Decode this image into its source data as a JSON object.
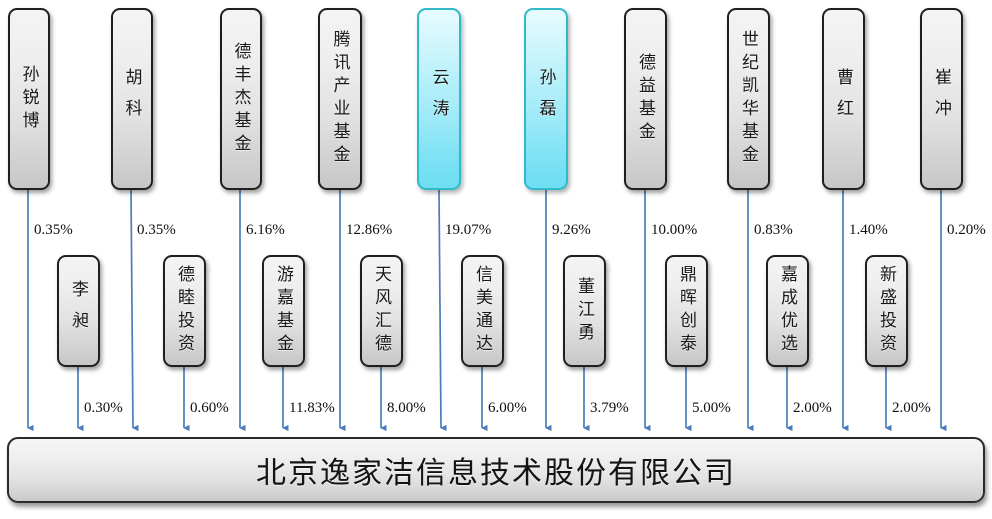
{
  "diagram": {
    "type": "shareholding-structure",
    "line_color": "#4a7ebb",
    "highlight_color": "#9eeaf8",
    "box_color": "#e2e2e2"
  },
  "company": {
    "name": "北京逸家洁信息技术股份有限公司"
  },
  "row1": [
    {
      "name": "孙锐博",
      "percent": "0.35%",
      "highlight": false
    },
    {
      "name": "胡科",
      "percent": "0.35%",
      "highlight": false
    },
    {
      "name": "德丰杰基金",
      "percent": "6.16%",
      "highlight": false
    },
    {
      "name": "腾讯产业基金",
      "percent": "12.86%",
      "highlight": false
    },
    {
      "name": "云涛",
      "percent": "19.07%",
      "highlight": true
    },
    {
      "name": "孙磊",
      "percent": "9.26%",
      "highlight": true
    },
    {
      "name": "德益基金",
      "percent": "10.00%",
      "highlight": false
    },
    {
      "name": "世纪凯华基金",
      "percent": "0.83%",
      "highlight": false
    },
    {
      "name": "曹红",
      "percent": "1.40%",
      "highlight": false
    },
    {
      "name": "崔冲",
      "percent": "0.20%",
      "highlight": false
    }
  ],
  "row2": [
    {
      "name": "李昶",
      "percent": "0.30%",
      "highlight": false
    },
    {
      "name": "德睦投资",
      "percent": "0.60%",
      "highlight": false
    },
    {
      "name": "游嘉基金",
      "percent": "11.83%",
      "highlight": false
    },
    {
      "name": "天风汇德",
      "percent": "8.00%",
      "highlight": false
    },
    {
      "name": "信美通达",
      "percent": "6.00%",
      "highlight": false
    },
    {
      "name": "董江勇",
      "percent": "3.79%",
      "highlight": false
    },
    {
      "name": "鼎晖创泰",
      "percent": "5.00%",
      "highlight": false
    },
    {
      "name": "嘉成优选",
      "percent": "2.00%",
      "highlight": false
    },
    {
      "name": "新盛投资",
      "percent": "2.00%",
      "highlight": false
    }
  ]
}
